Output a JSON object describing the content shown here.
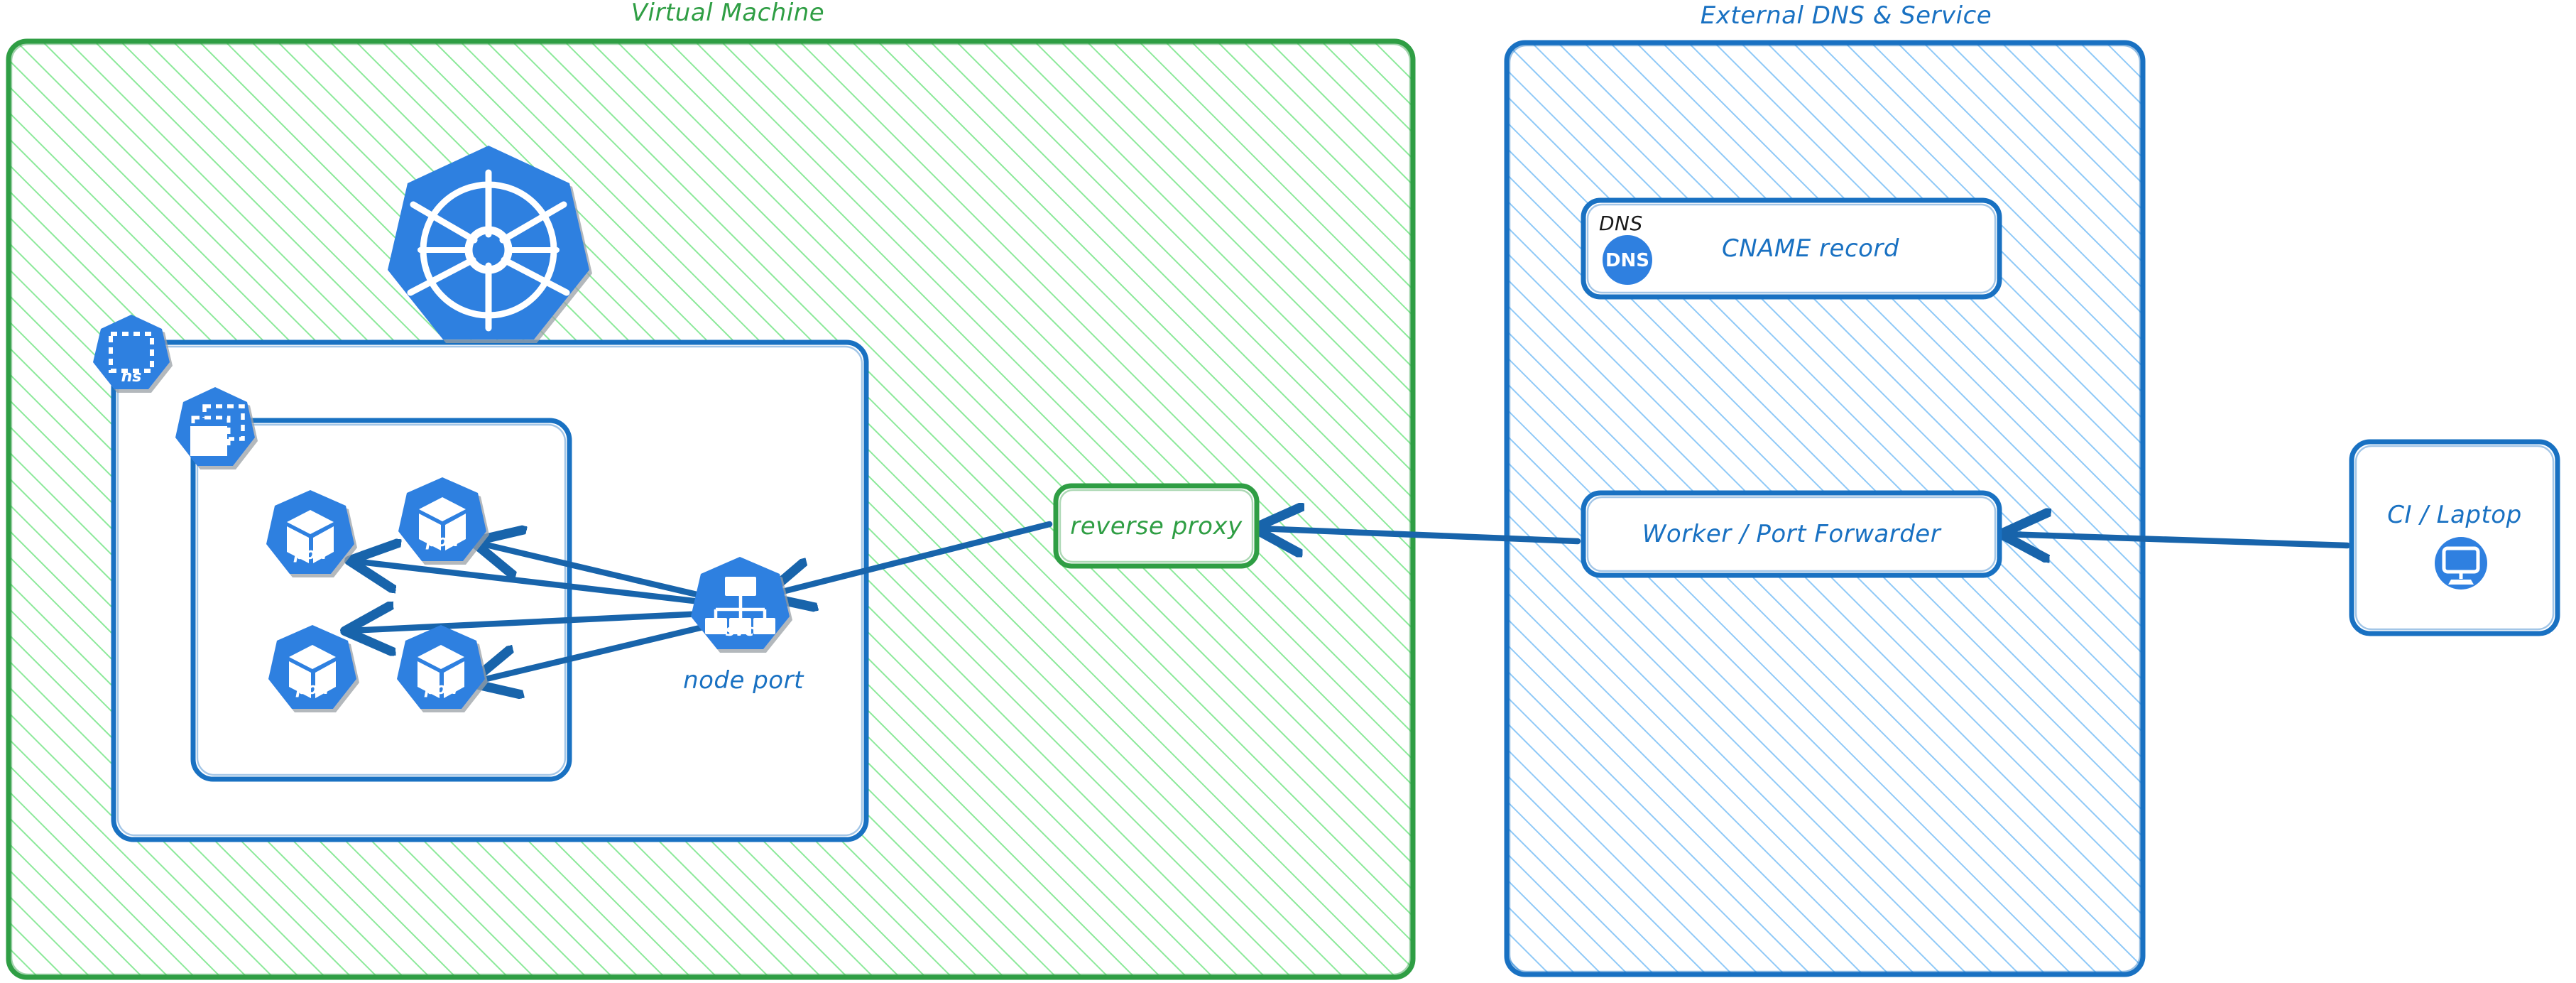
{
  "diagram": {
    "type": "architecture-diagram",
    "style": "hand-drawn-excalidraw",
    "colors": {
      "green_stroke": "#2f9e44",
      "green_hatch": "#8ce99a",
      "blue_stroke": "#1971c2",
      "blue_hatch": "#a5d8ff",
      "k8s_blue": "#2f80e0",
      "black": "#1a1a1a",
      "white": "#ffffff"
    }
  },
  "containers": [
    {
      "id": "virtual-machine",
      "title": "Virtual Machine",
      "title_color": "#2f9e44",
      "fill": "hatched-green"
    },
    {
      "id": "external-dns-service",
      "title": "External DNS & Service",
      "title_color": "#1971c2",
      "fill": "hatched-blue"
    }
  ],
  "vm": {
    "cluster_logo": "kubernetes-logo",
    "namespace": {
      "icon_label": "ns",
      "icon_name": "kubernetes-namespace-icon"
    },
    "replicaset": {
      "icon_label": "rs",
      "icon_name": "kubernetes-replicaset-icon"
    },
    "pods": [
      {
        "icon_label": "pod",
        "icon_name": "kubernetes-pod-icon"
      },
      {
        "icon_label": "pod",
        "icon_name": "kubernetes-pod-icon"
      },
      {
        "icon_label": "pod",
        "icon_name": "kubernetes-pod-icon"
      },
      {
        "icon_label": "pod",
        "icon_name": "kubernetes-pod-icon"
      }
    ],
    "service": {
      "icon_label": "svc",
      "icon_name": "kubernetes-service-icon",
      "caption": "node port"
    },
    "reverse_proxy": {
      "label": "reverse proxy"
    }
  },
  "external": {
    "dns_card": {
      "corner_label": "DNS",
      "badge_text": "DNS",
      "label": "CNAME record"
    },
    "worker_card": {
      "label": "Worker / Port Forwarder"
    }
  },
  "client": {
    "label": "CI / Laptop",
    "icon_name": "desktop-monitor-icon"
  },
  "connections": [
    {
      "from": "service",
      "to": "pod-1",
      "direction": "to-target"
    },
    {
      "from": "service",
      "to": "pod-2",
      "direction": "to-target"
    },
    {
      "from": "service",
      "to": "pod-3",
      "direction": "to-target"
    },
    {
      "from": "service",
      "to": "pod-4",
      "direction": "to-target"
    },
    {
      "from": "reverse-proxy",
      "to": "service",
      "direction": "to-target"
    },
    {
      "from": "worker",
      "to": "reverse-proxy",
      "direction": "to-target"
    },
    {
      "from": "ci-laptop",
      "to": "worker",
      "direction": "to-target"
    }
  ]
}
